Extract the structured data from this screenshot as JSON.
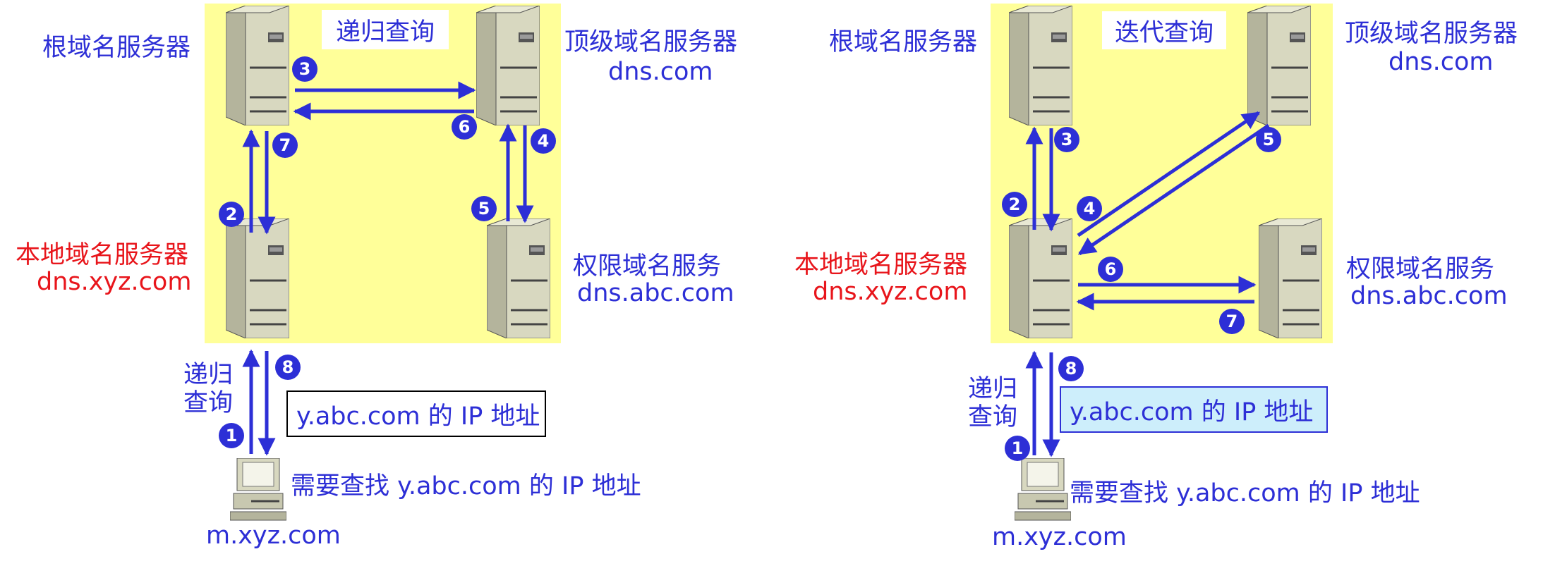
{
  "left": {
    "title": "递归查询",
    "root_server_label": "根域名服务器",
    "tld_server_label": "顶级域名服务器",
    "tld_server_domain": "dns.com",
    "local_server_label": "本地域名服务器",
    "local_server_domain": "dns.xyz.com",
    "auth_server_label": "权限域名服务",
    "auth_server_domain": "dns.abc.com",
    "query_type_line1": "递归",
    "query_type_line2": "查询",
    "answer": "y.abc.com 的 IP 地址",
    "client_text": "需要查找 y.abc.com 的 IP 地址",
    "client_domain": "m.xyz.com",
    "steps": [
      "1",
      "2",
      "3",
      "4",
      "5",
      "6",
      "7",
      "8"
    ]
  },
  "right": {
    "title": "迭代查询",
    "root_server_label": "根域名服务器",
    "tld_server_label": "顶级域名服务器",
    "tld_server_domain": "dns.com",
    "local_server_label": "本地域名服务器",
    "local_server_domain": "dns.xyz.com",
    "auth_server_label": "权限域名服务",
    "auth_server_domain": "dns.abc.com",
    "query_type_line1": "递归",
    "query_type_line2": "查询",
    "answer": "y.abc.com 的 IP 地址",
    "client_text": "需要查找 y.abc.com 的 IP 地址",
    "client_domain": "m.xyz.com",
    "steps": [
      "1",
      "2",
      "3",
      "4",
      "5",
      "6",
      "7",
      "8"
    ]
  },
  "colors": {
    "highlight": "#ffff99",
    "label_blue": "#2d2fd6",
    "label_red": "#e8151b",
    "answer_fill_right": "#cdeefb"
  },
  "icons": [
    "server-icon",
    "computer-icon"
  ]
}
